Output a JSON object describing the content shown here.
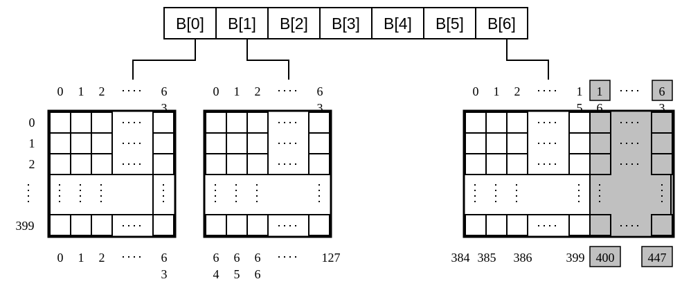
{
  "buffer": {
    "cells": [
      "B[0]",
      "B[1]",
      "B[2]",
      "B[3]",
      "B[4]",
      "B[5]",
      "B[6]"
    ]
  },
  "grids": [
    {
      "id": "grid-0",
      "top_labels": [
        "0",
        "1",
        "2",
        "6\n3"
      ],
      "bottom_labels": [
        "0",
        "1",
        "2",
        "6\n3"
      ]
    },
    {
      "id": "grid-1",
      "top_labels": [
        "0",
        "1",
        "2",
        "6\n3"
      ],
      "bottom_labels": [
        "6\n4",
        "6\n5",
        "6\n6",
        "127"
      ]
    },
    {
      "id": "grid-6",
      "top_labels": [
        "0",
        "1",
        "2",
        "1\n5",
        "1\n6",
        "6\n3"
      ],
      "bottom_labels": [
        "384",
        "385",
        "386",
        "399",
        "400",
        "447"
      ]
    }
  ],
  "row_labels": [
    "0",
    "1",
    "2",
    "399"
  ],
  "colors": {
    "highlight": "#c0c0c0",
    "line": "#000000",
    "background": "#ffffff"
  }
}
